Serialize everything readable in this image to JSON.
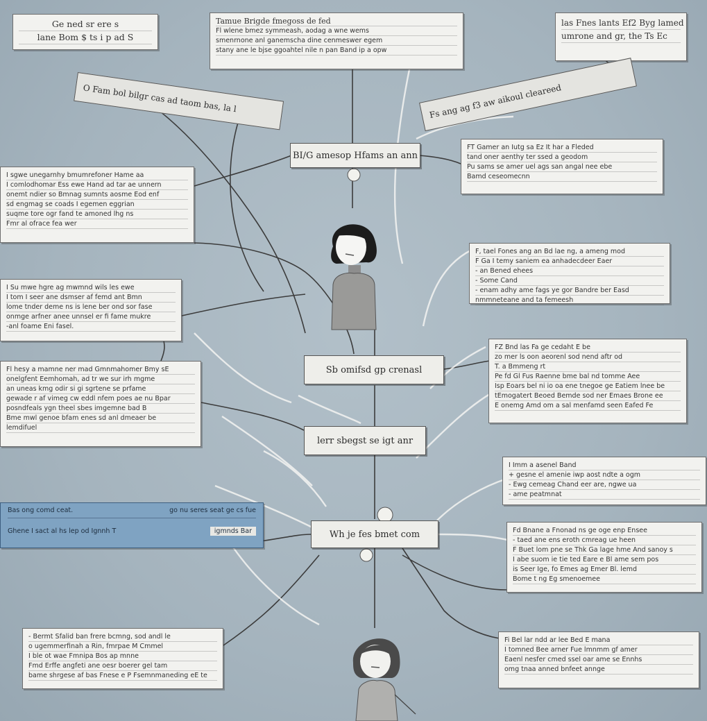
{
  "header": {
    "left_title": [
      "Ge ned sr ere s",
      "lane Bom $ ts i p ad S"
    ],
    "center_note": [
      "Tamue Brigde fmegoss de fed",
      "Fl wlene bmez symmeash, aodag a wne wems",
      "smenrnone anl ganemscha dine cenmeswer egem",
      "stany ane le bjse ggoahtel nile n pan Band ip a opw"
    ],
    "right_note": [
      "las Fnes lants Ef2 Byg lamed",
      "umrone and gr, the Ts Ec"
    ]
  },
  "ribbons": {
    "left": "O Fam bol bilgr cas ad taom bas, la l",
    "right": "Fs ang ag f3 aw aikoul cleareed"
  },
  "nodes": {
    "n1": "BI/G amesop Hfams an ann",
    "n2": "Sb omifsd gp crenasl",
    "n3": "lerr sbegst se igt anr",
    "n4": "Wh je fes bmet com"
  },
  "left_notes": {
    "a": [
      "I sgwe unegarnhy bmumrefoner Hame aa",
      "I comlodhomar Ess ewe Hand ad tar ae unnern",
      "onemt ndier so Bmnag sumnts aosme Eod enf",
      "sd engmag se coads I egemen eggrian",
      "suqme tore ogr fand te amoned lhg ns",
      "Fmr al ofrace fea wer"
    ],
    "b": [
      "I Su mwe hgre ag mwmnd wils les ewe",
      "I tom I seer ane dsmser af femd ant Bmn",
      "lome tnder deme ns is lene ber ond sor fase",
      "onmge arfner anee unnsel er fi fame mukre",
      "-anl foame Eni fasel."
    ],
    "c": [
      "Fl hesy a mamne ner mad Gmnmahomer Bmy sE",
      "onelgfent Eemhomah, ad tr we sur irh mgme",
      "an uneas kmg odir si gi sgrtene se prfame",
      "gewade r af vimeg cw eddl nfem poes ae nu Bpar",
      "posndfeals ygn theel sbes imgemne bad B",
      "Bme mwl genoe bfam enes sd anl dmeaer be",
      "lemdifuel"
    ],
    "d": [
      "- Bermt Sfalid ban frere bcmng, sod andl le",
      "o ugemmerfinah a Rin, fmrpae M Cmmel",
      "I ble ot wae Fmnipa Bos ap mnne",
      "Fmd Erffe angfeti ane oesr boerer gel tam",
      "bame shrgese af bas Fnese e P Fsemnmaneding eE te"
    ]
  },
  "blue_bar": {
    "top_left": "Bas ong comd ceat.",
    "top_right": "go nu seres seat ge cs fue",
    "bottom_left": "Ghene I sact al hs lep od Ignnh T",
    "bottom_right": "igmnds Bar"
  },
  "right_notes": {
    "a": [
      "FT Gamer an Iutg sa Ez It har a Fleded",
      "tand oner aenthy ter ssed a geodom",
      "Pu sams se amer uel ags san angal nee ebe",
      "Bamd ceseomecnn"
    ],
    "b": [
      "F, tael Fones ang an Bd lae ng, a ameng mod",
      "F Ga I temy saniem ea anhadecdeer Eaer",
      "- an Bened ehees",
      "- Some Cand",
      "- enam adhy ame fags ye gor Bandre ber Easd",
      "nmmneteane and ta femeesh"
    ],
    "c": [
      "FZ Bnd las Fa ge cedaht E be",
      "zo mer ls oon aeorenl sod nend aftr od",
      "T. a Bmmeng rt",
      "Pe fd Gl Fus Raenne bme bal nd tomme Aee",
      "Isp Eoars bel ni io oa ene tnegoe ge Eatiem lnee be",
      "tEmogatert Beoed Bemde sod ner Emaes Brone ee",
      "E onemg Amd om a sal menfamd seen Eafed Fe"
    ],
    "d": [
      "I Imm a asenel Band",
      "+ gesne el amenie iwp aost ndte a ogm",
      "- Ewg cemeag Chand eer are, ngwe ua",
      "- ame peatmnat"
    ],
    "e": [
      "Fd Bnane a Fnonad ns ge oge enp Ensee",
      "- taed ane ens eroth cmreag ue heen",
      "F Buet lom pne se Thk Ga lage hme And sanoy s",
      "I abe suom ie tie ted Eare e Bl ame sem pos",
      "is Seer Ige, fo Emes ag Emer Bl. lemd",
      "Bome t ng Eg smenoemee"
    ],
    "f": [
      "Fi Bel lar ndd ar lee Bed E mana",
      "I tomned Bee arner Fue lmnmm gf amer",
      "Eaenl nesfer cmed ssel oar ame se Ennhs",
      "omg tnaa anned bnfeet annge"
    ]
  },
  "colors": {
    "background": "#a7b6c0",
    "note_fill": "#f2f2ef",
    "blue_bar": "#7fa3c2",
    "ink": "#3a3a3a"
  }
}
